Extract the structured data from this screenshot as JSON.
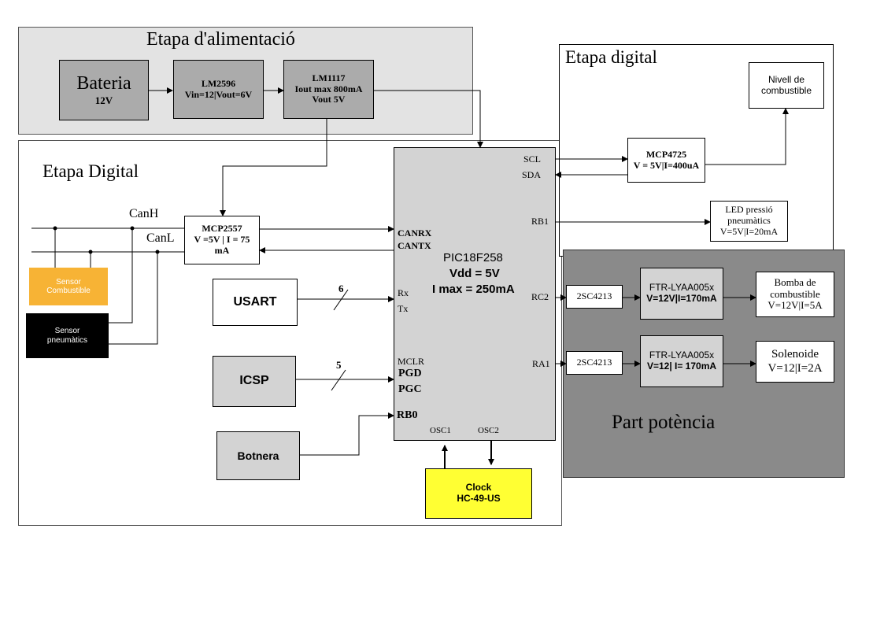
{
  "power_stage": {
    "title": "Etapa d'alimentació"
  },
  "battery": {
    "name": "Bateria",
    "voltage": "12V"
  },
  "lm2596": {
    "name": "LM2596",
    "spec": "Vin=12|Vout=6V"
  },
  "lm1117": {
    "name": "LM1117",
    "spec1": "Iout max 800mA",
    "spec2": "Vout 5V"
  },
  "digital_stage_right": {
    "title": "Etapa digital"
  },
  "fuel_level": {
    "line1": "Nivell de",
    "line2": "combustible"
  },
  "mcp4725": {
    "name": "MCP4725",
    "spec": "V = 5V|I=400uA"
  },
  "led_pressure": {
    "line1": "LED pressió",
    "line2": "pneumàtics",
    "line3": "V=5V|I=20mA"
  },
  "digital_stage_main": {
    "title": "Etapa Digital"
  },
  "can": {
    "canh": "CanH",
    "canl": "CanL"
  },
  "mcp2557": {
    "name": "MCP2557",
    "spec1": "V =5V | I = 75",
    "spec2": "mA"
  },
  "sensor_fuel": {
    "line1": "Sensor",
    "line2": "Combustible",
    "color": "#F7B335"
  },
  "sensor_tyre": {
    "line1": "Sensor",
    "line2": "pneumàtics",
    "color": "#000000"
  },
  "usart": {
    "label": "USART",
    "bus_width": "6"
  },
  "icsp": {
    "label": "ICSP",
    "bus_width": "5"
  },
  "botnera": {
    "label": "Botnera"
  },
  "pic": {
    "name": "PIC18F258",
    "vdd": "Vdd = 5V",
    "imax": "I max = 250mA",
    "pins": {
      "canrx": "CANRX",
      "cantx": "CANTX",
      "rx": "Rx",
      "tx": "Tx",
      "mclr": "MCLR",
      "pgd": "PGD",
      "pgc": "PGC",
      "rb0": "RB0",
      "osc1": "OSC1",
      "osc2": "OSC2",
      "scl": "SCL",
      "sda": "SDA",
      "rb1": "RB1",
      "rc2": "RC2",
      "ra1": "RA1"
    }
  },
  "clock": {
    "line1": "Clock",
    "line2": "HC-49-US",
    "color": "#FFFF33"
  },
  "power_part": {
    "title": "Part potència"
  },
  "transistor1": {
    "label": "2SC4213"
  },
  "transistor2": {
    "label": "2SC4213"
  },
  "relay1": {
    "name": "FTR-LYAA005x",
    "spec": "V=12V|I=170mA"
  },
  "relay2": {
    "name": "FTR-LYAA005x",
    "spec": "V=12| I= 170mA"
  },
  "fuel_pump": {
    "line1": "Bomba de",
    "line2": "combustible",
    "line3": "V=12V|I=5A"
  },
  "solenoid": {
    "line1": "Solenoide",
    "line2": "V=12|I=2A"
  }
}
